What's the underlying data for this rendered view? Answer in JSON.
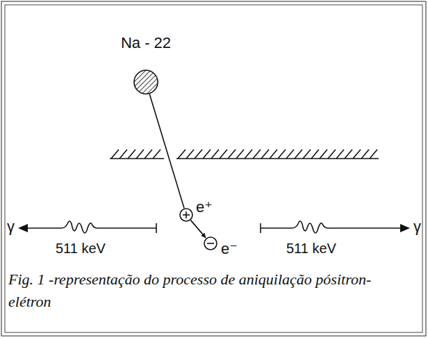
{
  "diagram": {
    "caption": "Fig. 1 -representação do processo de aniquilação pósitron-elétron",
    "nodes": [
      {
        "text": [
          "Na - 22"
        ]
      },
      {
        "text": [
          "e⁺"
        ]
      },
      {
        "text": [
          "e⁻"
        ]
      }
    ],
    "edges": [
      {
        "from": 0,
        "to": 1,
        "arrow": "none"
      },
      {
        "from": 1,
        "to": 2,
        "arrow": "to"
      }
    ],
    "labels": [
      "γ",
      "511 keV",
      "511 keV",
      "γ"
    ]
  }
}
